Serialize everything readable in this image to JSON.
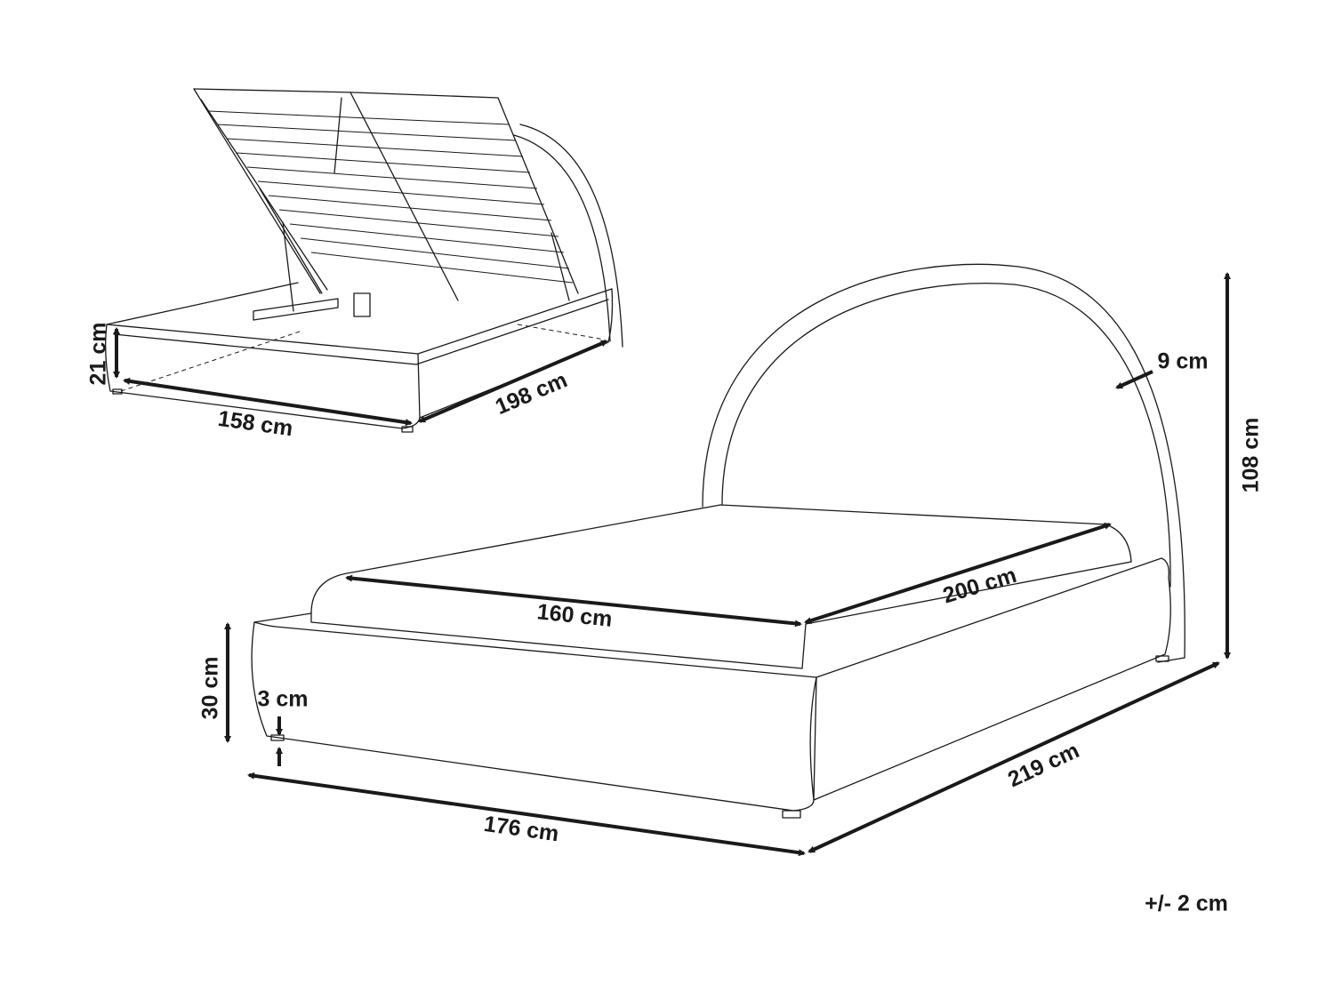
{
  "diagram": {
    "colors": {
      "line": "#1a1a1a",
      "background": "#ffffff"
    },
    "storage_view": {
      "height_label": "21 cm",
      "width_label": "158 cm",
      "length_label": "198 cm"
    },
    "main_view": {
      "mattress_width_label": "160 cm",
      "mattress_length_label": "200 cm",
      "headboard_thickness_label": "9 cm",
      "total_height_label": "108 cm",
      "frame_height_label": "30 cm",
      "leg_height_label": "3 cm",
      "total_width_label": "176 cm",
      "total_length_label": "219 cm"
    },
    "tolerance_label": "+/- 2 cm"
  }
}
